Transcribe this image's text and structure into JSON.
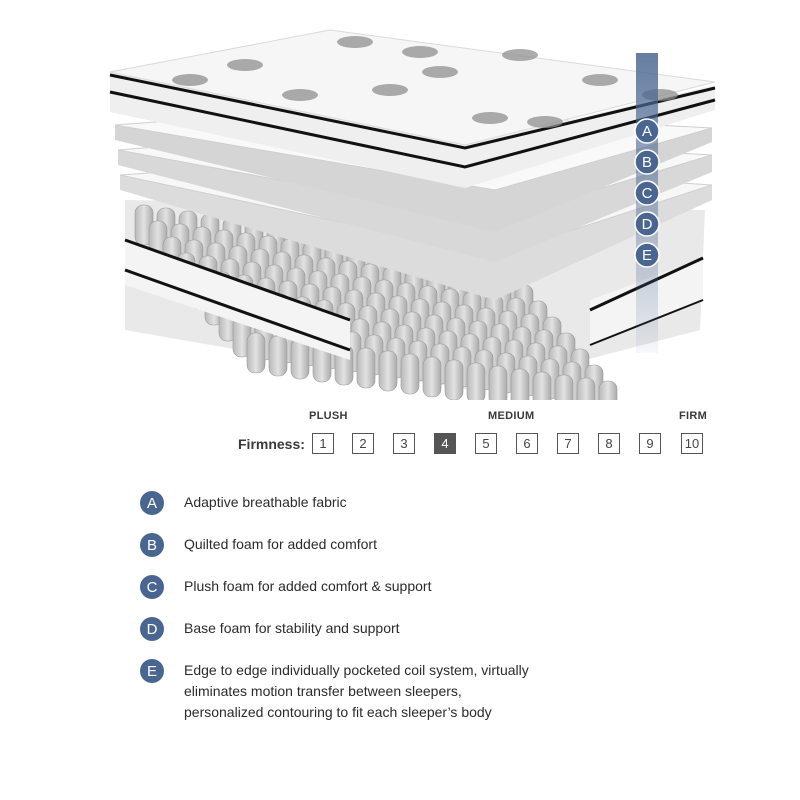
{
  "layers": [
    "A",
    "B",
    "C",
    "D",
    "E"
  ],
  "scale": {
    "low_label": "PLUSH",
    "mid_label": "MEDIUM",
    "high_label": "FIRM",
    "label": "Firmness:",
    "values": [
      "1",
      "2",
      "3",
      "4",
      "5",
      "6",
      "7",
      "8",
      "9",
      "10"
    ],
    "selected": "4"
  },
  "legend": [
    {
      "letter": "A",
      "lines": [
        "Adaptive breathable fabric"
      ]
    },
    {
      "letter": "B",
      "lines": [
        "Quilted foam for added comfort"
      ]
    },
    {
      "letter": "C",
      "lines": [
        "Plush foam for added comfort & support"
      ]
    },
    {
      "letter": "D",
      "lines": [
        "Base foam for stability and support"
      ]
    },
    {
      "letter": "E",
      "lines": [
        "Edge to edge individually pocketed coil system, virtually",
        "eliminates motion transfer between sleepers,",
        "personalized contouring to fit each sleeper’s body"
      ]
    }
  ],
  "colors": {
    "badge": "#4a6690",
    "selected_box": "#555555"
  }
}
